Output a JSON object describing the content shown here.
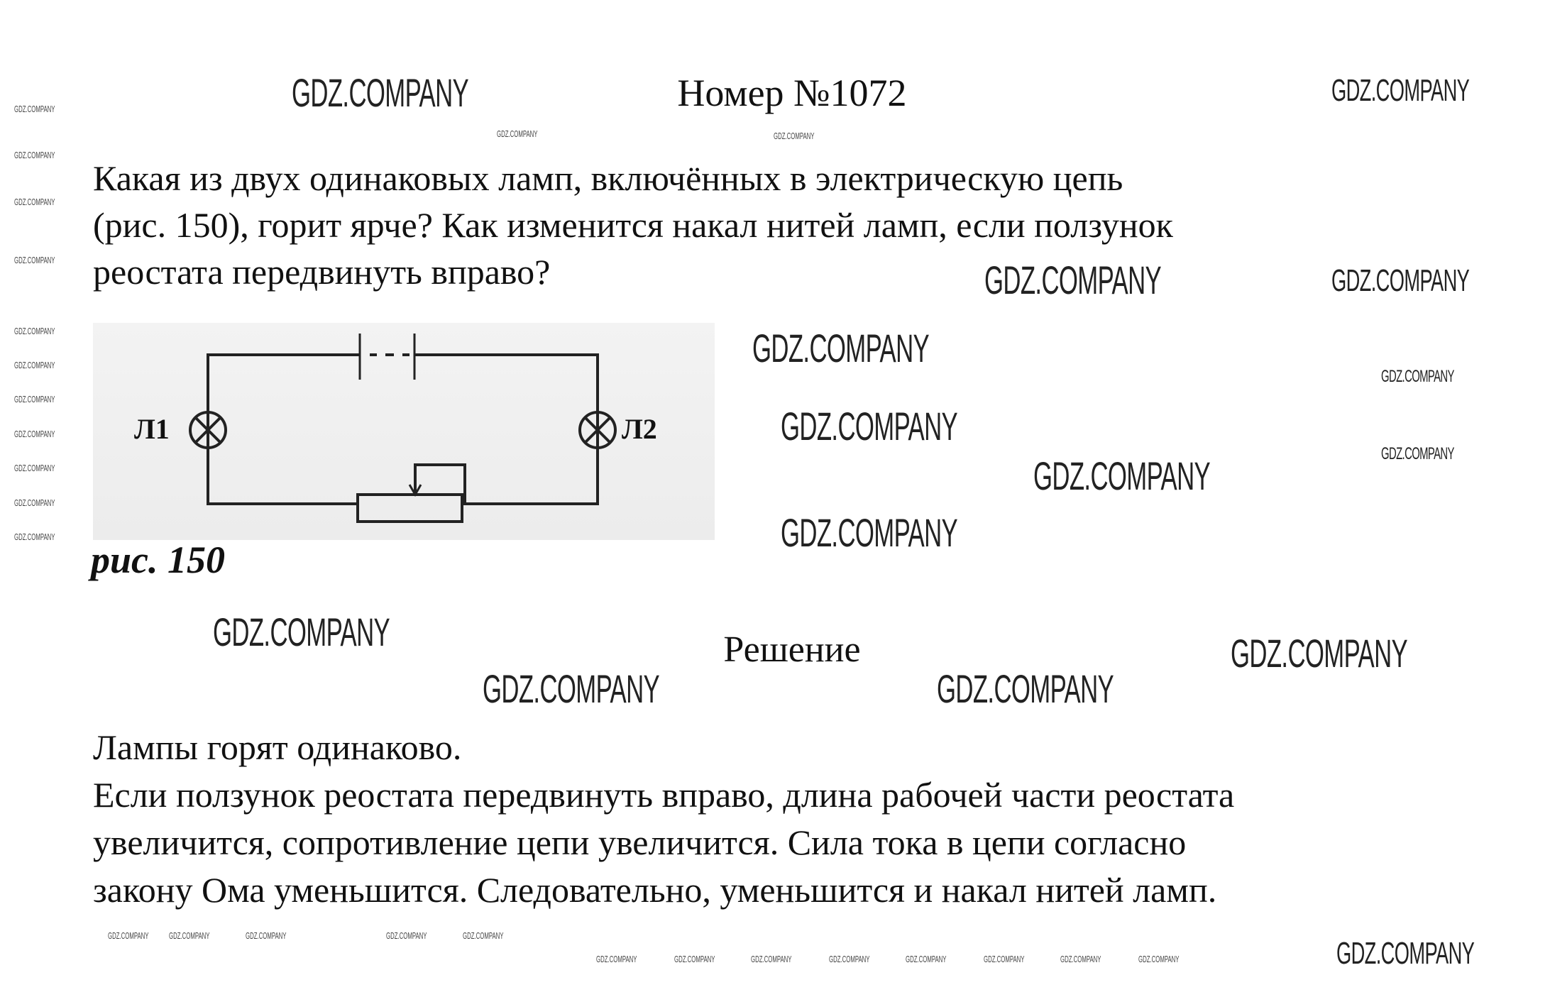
{
  "title": "Номер №1072",
  "question": [
    "Какая из двух одинаковых ламп, включённых в электрическую цепь",
    "(рис. 150), горит ярче? Как изменится накал нитей ламп, если ползунок",
    "реостата передвинуть вправо?"
  ],
  "figure": {
    "lamp1": "Л1",
    "lamp2": "Л2",
    "caption": "рис. 150"
  },
  "solution_heading": "Решение",
  "answer": [
    "Лампы горят одинаково.",
    "Если ползунок реостата передвинуть вправо, длина рабочей части реостата",
    "увеличится, сопротивление цепи увеличится. Сила тока в цепи согласно",
    "закону Ома уменьшится. Следовательно, уменьшится и накал нитей ламп."
  ],
  "watermark": "GDZ.COMPANY"
}
